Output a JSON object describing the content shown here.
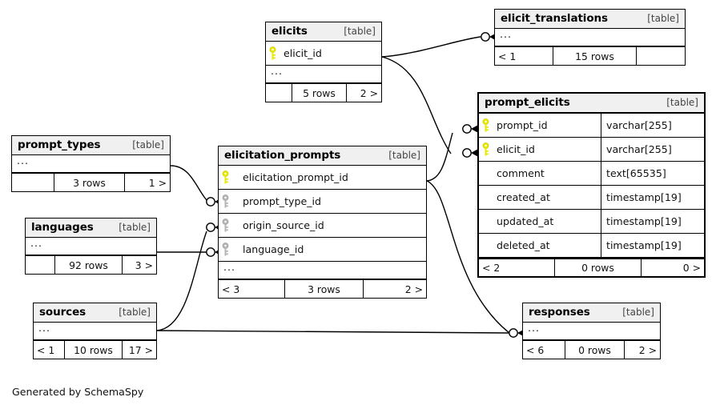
{
  "diagram": {
    "generator_note": "Generated by SchemaSpy",
    "table_tag": "[table]",
    "ellipsis": "...",
    "pk_color": "#e8e800",
    "fk_color": "#b5b5b5",
    "header_bg": "#f0f0f0"
  },
  "tables": {
    "elicits": {
      "name": "elicits",
      "tag": "[table]",
      "columns": [
        {
          "key": "pk",
          "name": "elicit_id",
          "type": ""
        }
      ],
      "more": "...",
      "footer": {
        "left": "",
        "center": "5 rows",
        "right": "2 >"
      }
    },
    "elicit_translations": {
      "name": "elicit_translations",
      "tag": "[table]",
      "columns": [],
      "more": "...",
      "footer": {
        "left": "< 1",
        "center": "15 rows",
        "right": ""
      }
    },
    "prompt_elicits": {
      "name": "prompt_elicits",
      "tag": "[table]",
      "columns": [
        {
          "key": "pk",
          "name": "prompt_id",
          "type": "varchar[255]"
        },
        {
          "key": "pk",
          "name": "elicit_id",
          "type": "varchar[255]"
        },
        {
          "key": "",
          "name": "comment",
          "type": "text[65535]"
        },
        {
          "key": "",
          "name": "created_at",
          "type": "timestamp[19]"
        },
        {
          "key": "",
          "name": "updated_at",
          "type": "timestamp[19]"
        },
        {
          "key": "",
          "name": "deleted_at",
          "type": "timestamp[19]"
        }
      ],
      "more": "",
      "footer": {
        "left": "< 2",
        "center": "0 rows",
        "right": "0 >"
      }
    },
    "elicitation_prompts": {
      "name": "elicitation_prompts",
      "tag": "[table]",
      "columns": [
        {
          "key": "pk",
          "name": "elicitation_prompt_id",
          "type": ""
        },
        {
          "key": "fk",
          "name": "prompt_type_id",
          "type": ""
        },
        {
          "key": "fk",
          "name": "origin_source_id",
          "type": ""
        },
        {
          "key": "fk",
          "name": "language_id",
          "type": ""
        }
      ],
      "more": "...",
      "footer": {
        "left": "< 3",
        "center": "3 rows",
        "right": "2 >"
      }
    },
    "prompt_types": {
      "name": "prompt_types",
      "tag": "[table]",
      "columns": [],
      "more": "...",
      "footer": {
        "left": "",
        "center": "3 rows",
        "right": "1 >"
      }
    },
    "languages": {
      "name": "languages",
      "tag": "[table]",
      "columns": [],
      "more": "...",
      "footer": {
        "left": "",
        "center": "92 rows",
        "right": "3 >"
      }
    },
    "sources": {
      "name": "sources",
      "tag": "[table]",
      "columns": [],
      "more": "...",
      "footer": {
        "left": "< 1",
        "center": "10 rows",
        "right": "17 >"
      }
    },
    "responses": {
      "name": "responses",
      "tag": "[table]",
      "columns": [],
      "more": "...",
      "footer": {
        "left": "< 6",
        "center": "0 rows",
        "right": "2 >"
      }
    }
  },
  "relationships": [
    {
      "from": "elicits.elicit_id",
      "to": "elicit_translations"
    },
    {
      "from": "elicits.elicit_id",
      "to": "prompt_elicits.elicit_id"
    },
    {
      "from": "elicitation_prompts",
      "to": "prompt_elicits.prompt_id"
    },
    {
      "from": "elicitation_prompts",
      "to": "responses"
    },
    {
      "from": "prompt_types",
      "to": "elicitation_prompts.prompt_type_id"
    },
    {
      "from": "sources",
      "to": "elicitation_prompts.origin_source_id"
    },
    {
      "from": "languages",
      "to": "elicitation_prompts.language_id"
    },
    {
      "from": "sources",
      "to": "responses"
    }
  ]
}
